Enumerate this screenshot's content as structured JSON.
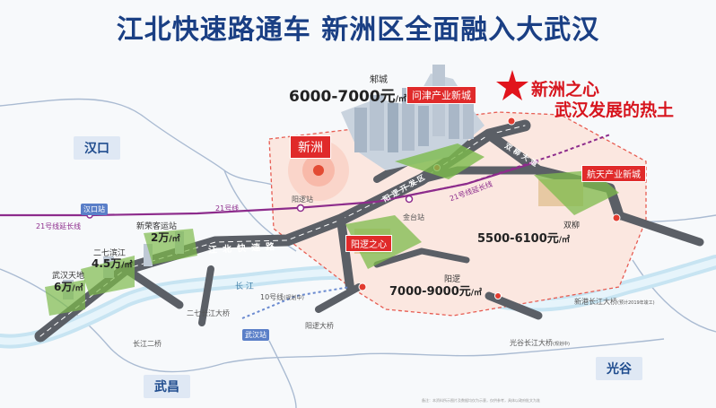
{
  "title": "江北快速路通车 新洲区全面融入大武汉",
  "slogan": {
    "line1": "新洲之心",
    "line2": "武汉发展的热土"
  },
  "districts": {
    "hankou": "汉口",
    "wuchang": "武昌",
    "guanggu": "光谷"
  },
  "areas": {
    "zhucheng": {
      "name": "邾城",
      "price": "6000-7000元",
      "unit": "/㎡"
    },
    "wenjin": {
      "tag": "问津产业新城"
    },
    "xinzhou": {
      "tag": "新洲"
    },
    "yangluo_heart": {
      "tag": "阳逻之心"
    },
    "hangtian": {
      "tag": "航天产业新城"
    },
    "shuangliu": {
      "name": "双柳",
      "price": "5500-6100元",
      "unit": "/㎡"
    },
    "yangluo": {
      "name": "阳逻",
      "price": "7000-9000元",
      "unit": "/㎡"
    },
    "xinrong": {
      "name": "新荣客运站",
      "price": "2万",
      "unit": "/㎡"
    },
    "erqi": {
      "name": "二七滨江",
      "price": "4.5万",
      "unit": "/㎡"
    },
    "wuhantiandi": {
      "name": "武汉天地",
      "price": "6万",
      "unit": "/㎡"
    }
  },
  "roads": {
    "expressway": "江北快速路",
    "west_road": "阳逻开发区",
    "east_road": "双柳大道"
  },
  "metro": {
    "line21": "21号线",
    "line21_ext": "21号线延长线",
    "line21_ext2": "21号线延长线",
    "line10": "10号线",
    "line10_note": "(规划中)",
    "hankou_badge": "汉口站",
    "wuhan_badge": "武汉站",
    "yangluo_station": "阳逻站",
    "jintai_station": "金台站"
  },
  "river": {
    "label": "长 江"
  },
  "bridges": {
    "erqi": "二七长江大桥",
    "erqiao": "长江二桥",
    "yangluo": "阳逻大桥",
    "xingang": "新港长江大桥",
    "xingang_note": "(预计2019年竣工)",
    "guanggu": "光谷长江大桥",
    "guanggu_note": "(规划中)"
  },
  "footnote": "备注：本资料所示图片及数据均仅为示意，仅供参考，具体以政府批文为准",
  "colors": {
    "title": "#1a3f84",
    "accent": "#d7151e",
    "road": "#5b5f66",
    "river": "#bfe0f0",
    "line21": "#8d2c8c"
  }
}
